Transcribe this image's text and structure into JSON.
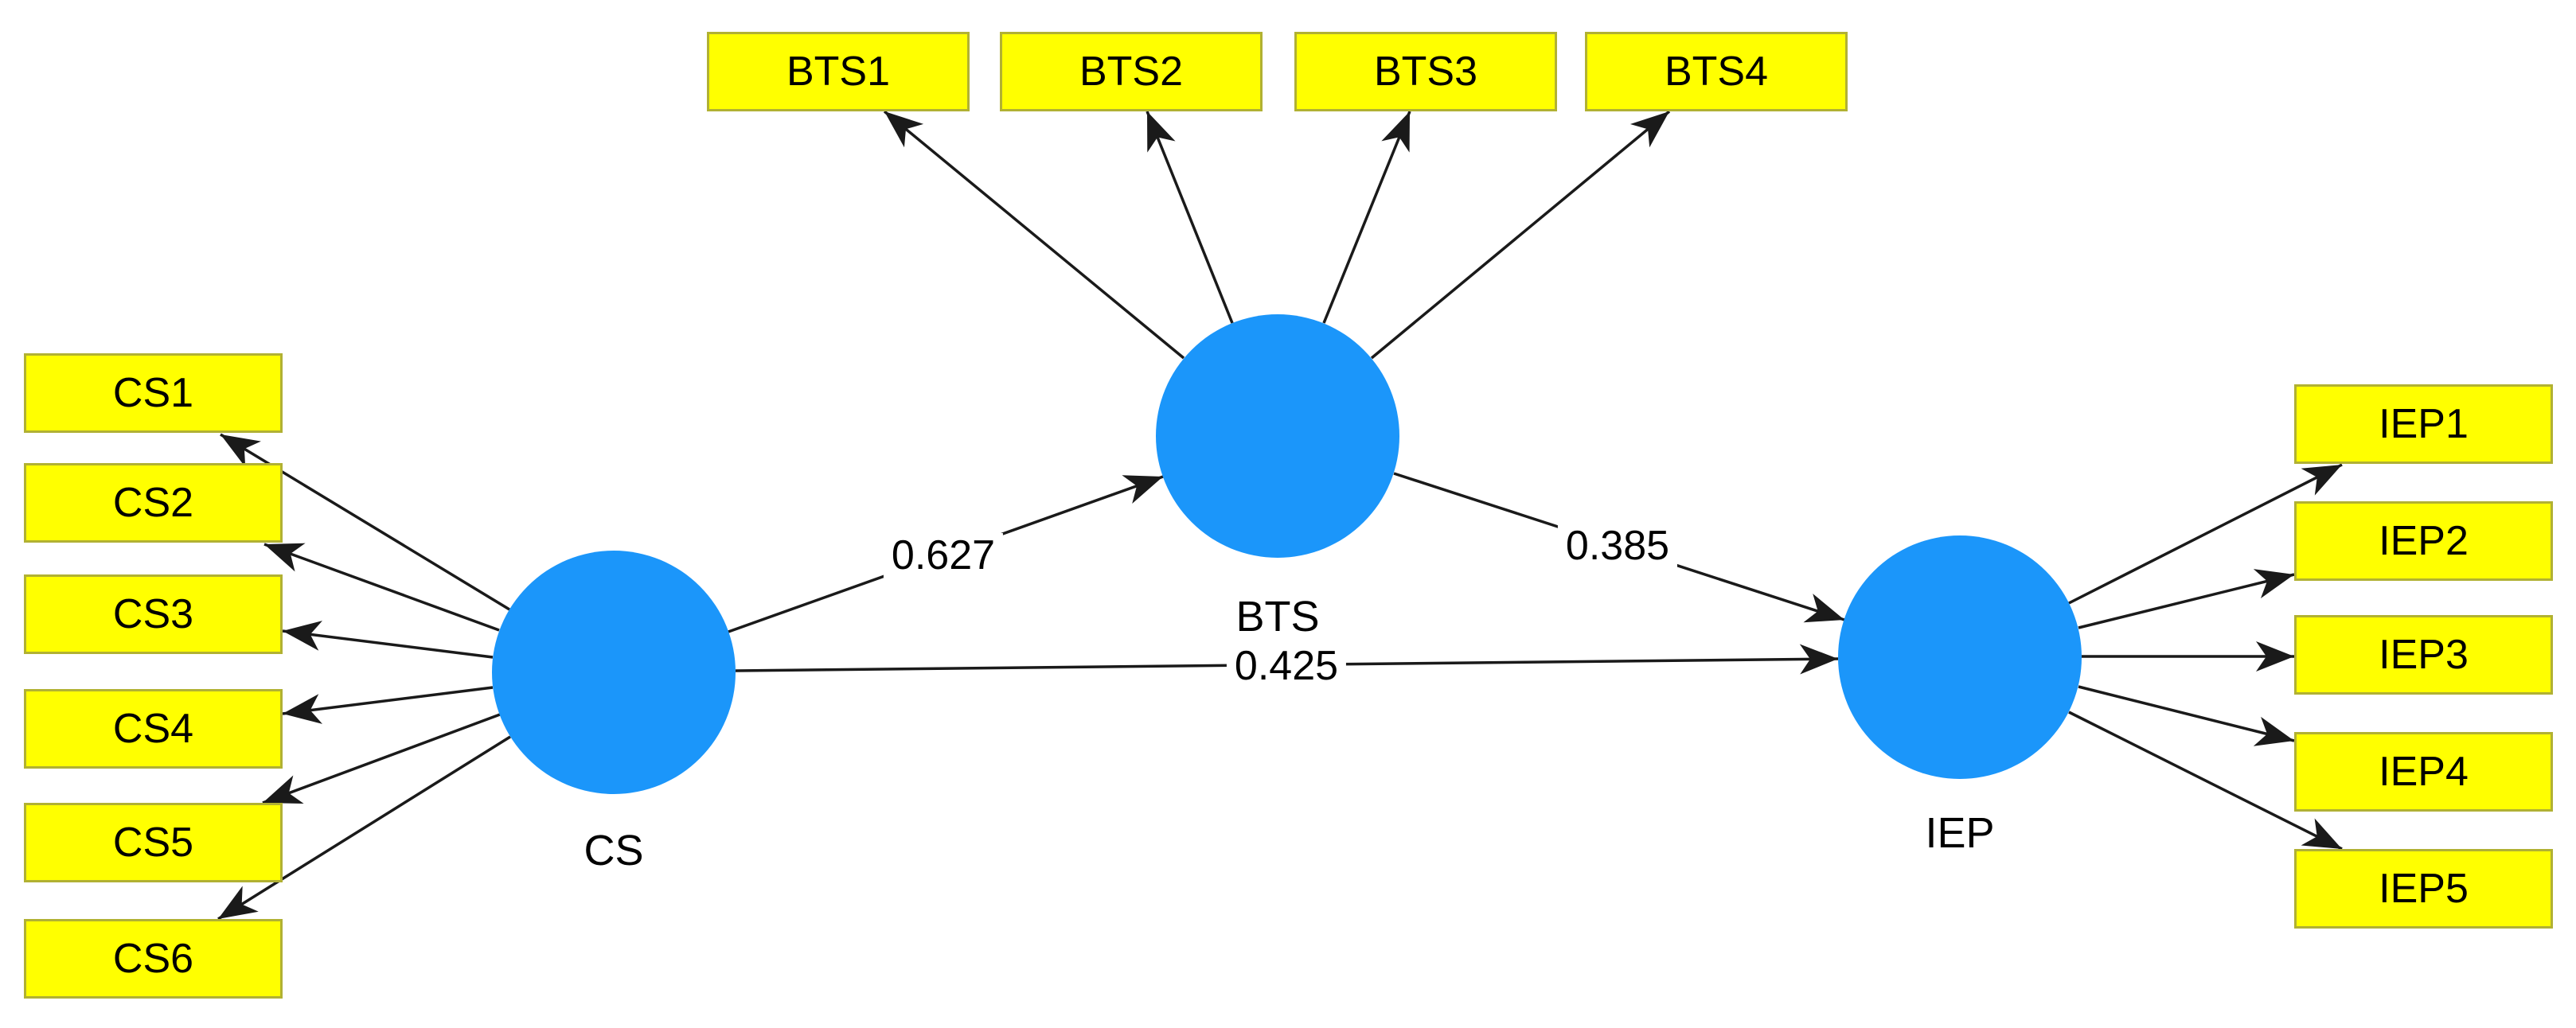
{
  "diagram": {
    "kind": "PLS-SEM path model",
    "constructs": [
      {
        "id": "CS",
        "label": "CS",
        "indicators": [
          "CS1",
          "CS2",
          "CS3",
          "CS4",
          "CS5",
          "CS6"
        ]
      },
      {
        "id": "BTS",
        "label": "BTS",
        "indicators": [
          "BTS1",
          "BTS2",
          "BTS3",
          "BTS4"
        ]
      },
      {
        "id": "IEP",
        "label": "IEP",
        "indicators": [
          "IEP1",
          "IEP2",
          "IEP3",
          "IEP4",
          "IEP5"
        ]
      }
    ],
    "paths": [
      {
        "from": "CS",
        "to": "BTS",
        "coefficient": "0.627"
      },
      {
        "from": "BTS",
        "to": "IEP",
        "coefficient": "0.385"
      },
      {
        "from": "CS",
        "to": "IEP",
        "coefficient": "0.425"
      }
    ],
    "colors": {
      "construct_fill": "#1B96FA",
      "indicator_fill": "#FFFF00",
      "indicator_border": "#B1B133",
      "arrow": "#1A1A1A",
      "label_text": "#000000",
      "background": "#FFFFFF"
    }
  }
}
